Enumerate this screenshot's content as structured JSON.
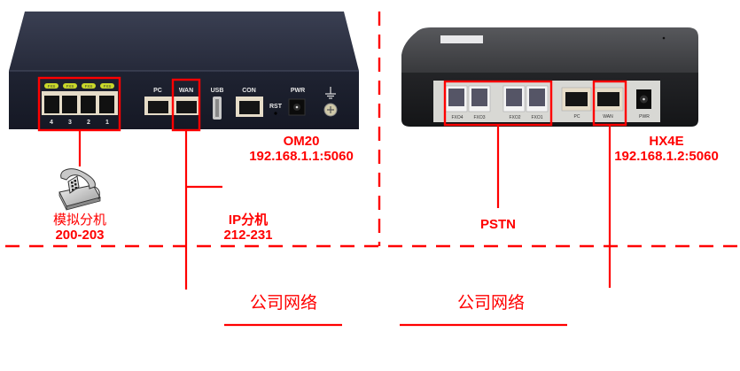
{
  "colors": {
    "accent": "#ff0000",
    "device_dark": "#1e2130",
    "hx4e_body": "#2a2b2e",
    "panel_light": "#d8d8d4"
  },
  "om20": {
    "name": "OM20",
    "address": "192.168.1.1:5060",
    "fxs_badge": "FXS",
    "fxs_ports": [
      "4",
      "3",
      "2",
      "1"
    ],
    "ports": {
      "pc": "PC",
      "wan": "WAN",
      "usb": "USB",
      "con": "CON",
      "rst": "RST",
      "pwr": "PWR"
    }
  },
  "hx4e": {
    "name": "HX4E",
    "address": "192.168.1.2:5060",
    "fxo_ports": [
      "FXO4",
      "FXO3",
      "FXO2",
      "FXO1"
    ],
    "ports": {
      "pc": "PC",
      "wan": "WAN",
      "pwr": "PWR"
    }
  },
  "analog_ext": {
    "label": "模拟分机",
    "range": "200-203",
    "icon": "analog-phone-icon"
  },
  "ip_ext": {
    "label": "IP分机",
    "range": "212-231",
    "icon": "ip-phone-icon"
  },
  "pstn": {
    "label": "PSTN"
  },
  "network": {
    "left_link_label": "公司网络",
    "right_link_label": "公司网络",
    "left_switch_icon": "switch-icon",
    "router_icon": "router-icon",
    "right_switch_icon": "switch-icon"
  }
}
